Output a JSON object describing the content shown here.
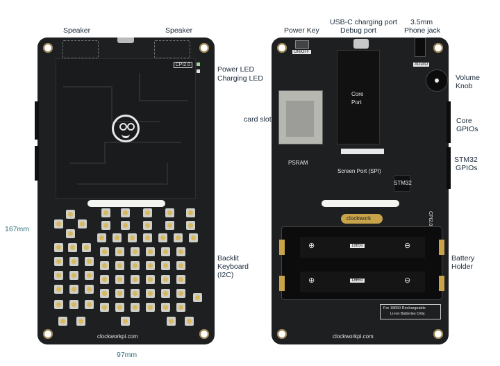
{
  "annotations": {
    "speaker_left": "Speaker",
    "speaker_right": "Speaker",
    "power_key": "Power Key",
    "usbc_line1": "USB-C charging port",
    "usbc_line2": "Debug port",
    "phone_jack_line1": "3.5mm",
    "phone_jack_line2": "Phone jack",
    "power_led": "Power LED",
    "charging_led": "Charging LED",
    "volume_line1": "Volume",
    "volume_line2": "Knob",
    "card_slot": "card slot",
    "core_gpios_line1": "Core",
    "core_gpios_line2": "GPIOs",
    "stm32_gpios_line1": "STM32",
    "stm32_gpios_line2": "GPIOs",
    "height_dim": "167mm",
    "keyboard_line1": "Backlit",
    "keyboard_line2": "Keyboard",
    "keyboard_line3": "(I2C)",
    "battery_line1": "Battery",
    "battery_line2": "Holder",
    "width_dim": "97mm"
  },
  "front_board": {
    "version": "CPI2.0",
    "brand_url": "clockworkpi.com"
  },
  "back_board": {
    "onoff": "ON/OFF",
    "audio": "AUDIO",
    "core_line1": "Core",
    "core_line2": "Port",
    "psram": "PSRAM",
    "screen_port": "Screen Port (SPI)",
    "stm32": "STM32",
    "version": "CPI2.0",
    "brand": "clockwork",
    "battery_type": "18650",
    "battery_note_line1": "For 18650 Rechargeable",
    "battery_note_line2": "Li-ion Batteries Only.",
    "brand_url": "clockworkpi.com"
  }
}
